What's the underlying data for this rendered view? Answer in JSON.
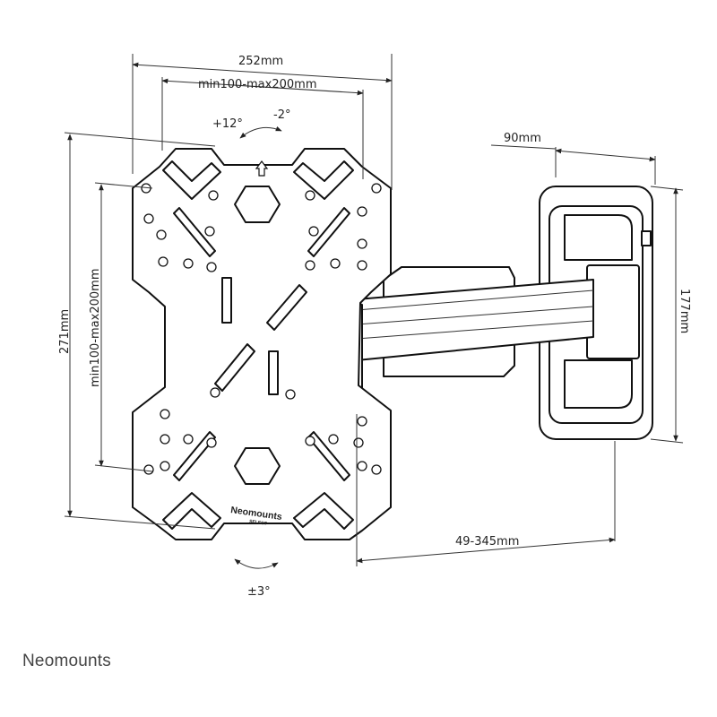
{
  "dimensions": {
    "total_width": "252mm",
    "vesa_horizontal": "min100-max200mm",
    "total_height": "271mm",
    "vesa_vertical": "min100-max200mm",
    "depth_bracket": "90mm",
    "bracket_height": "177mm",
    "arm_extension": "49-345mm"
  },
  "tilt": {
    "up": "+12°",
    "down": "-2°",
    "rotation": "±3°"
  },
  "plate_logo": {
    "name": "Neomounts",
    "sub": "SELECT"
  },
  "footer": {
    "brand": "Neomounts"
  },
  "colors": {
    "line": "#111111",
    "text": "#222222",
    "brand": "#444444",
    "background": "#ffffff"
  }
}
